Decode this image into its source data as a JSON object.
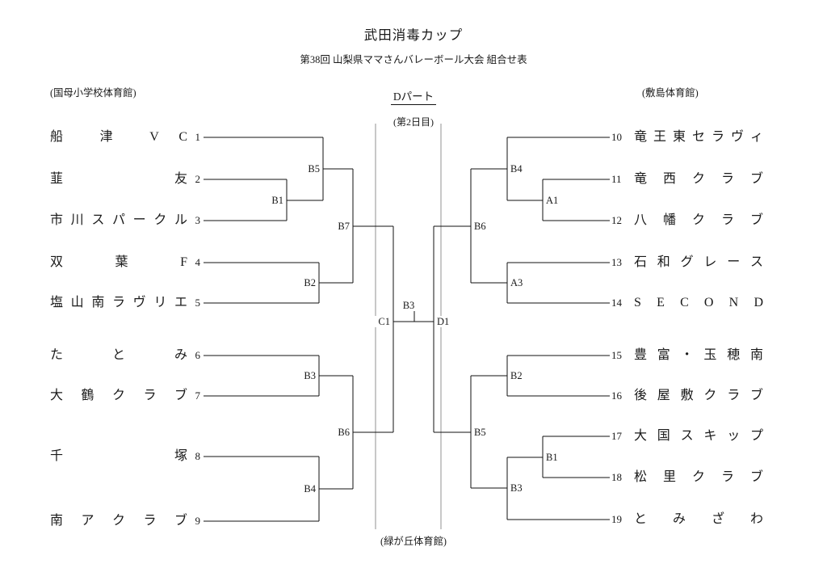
{
  "header": {
    "title": "武田消毒カップ",
    "subtitle": "第38回 山梨県ママさんバレーボール大会 組合せ表",
    "section_label": "Dパート",
    "day_label": "(第2日目)",
    "venue_left": "(国母小学校体育館)",
    "venue_right": "(敷島体育館)",
    "venue_bottom": "(緑が丘体育館)"
  },
  "left": {
    "teams": [
      {
        "seed": "1",
        "name": "船 津 V C"
      },
      {
        "seed": "2",
        "name": "韮 友"
      },
      {
        "seed": "3",
        "name": "市 川 ス パ ー ク ル"
      },
      {
        "seed": "4",
        "name": "双 葉 F"
      },
      {
        "seed": "5",
        "name": "塩 山 南 ラ ヴ リ エ"
      },
      {
        "seed": "6",
        "name": "た と み"
      },
      {
        "seed": "7",
        "name": "大 鶴 ク ラ ブ"
      },
      {
        "seed": "8",
        "name": "千 塚"
      },
      {
        "seed": "9",
        "name": "南 ア ク ラ ブ"
      }
    ],
    "labels": {
      "b5": "B5",
      "b1": "B1",
      "b7": "B7",
      "b2": "B2",
      "b3": "B3",
      "b6": "B6",
      "b4": "B4",
      "final": "C1"
    }
  },
  "right": {
    "teams": [
      {
        "seed": "10",
        "name": "竜 王 東 セ ラ ヴ ィ"
      },
      {
        "seed": "11",
        "name": "竜 西 ク ラ ブ"
      },
      {
        "seed": "12",
        "name": "八 幡 ク ラ ブ"
      },
      {
        "seed": "13",
        "name": "石 和 グ レ ー ス"
      },
      {
        "seed": "14",
        "name": "S E C O N D"
      },
      {
        "seed": "15",
        "name": "豊 富 ・ 玉 穂 南"
      },
      {
        "seed": "16",
        "name": "後 屋 敷 ク ラ ブ"
      },
      {
        "seed": "17",
        "name": "大 国 ス キ ッ プ"
      },
      {
        "seed": "18",
        "name": "松 里 ク ラ ブ"
      },
      {
        "seed": "19",
        "name": "と み ざ わ"
      }
    ],
    "labels": {
      "b4": "B4",
      "a1": "A1",
      "b6": "B6",
      "a3": "A3",
      "b2": "B2",
      "b1": "B1",
      "b3": "B3",
      "b5": "B5",
      "final": "D1"
    }
  },
  "center": {
    "final_label": "B3"
  }
}
